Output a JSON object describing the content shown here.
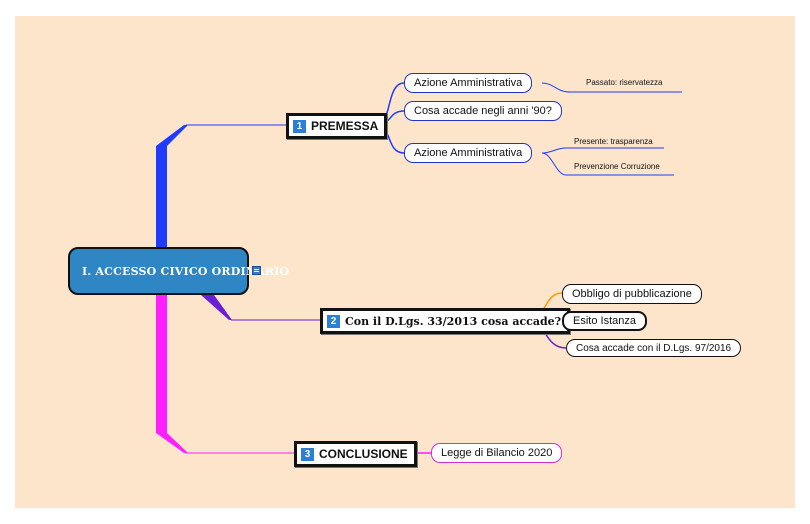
{
  "central": {
    "label": "I. ACCESSO CIVICO ORDINARIO",
    "note": "note-icon"
  },
  "branches": [
    {
      "num": "1",
      "label": "PREMESSA",
      "children": [
        {
          "label": "Azione Amministrativa",
          "leaves": [
            "Passato: riservatezza"
          ]
        },
        {
          "label": "Cosa accade negli anni '90?",
          "leaves": []
        },
        {
          "label": "Azione Amministrativa",
          "leaves": [
            "Presente: trasparenza",
            "Prevenzione Corruzione"
          ]
        }
      ]
    },
    {
      "num": "2",
      "label": "Con il D.Lgs. 33/2013 cosa accade?",
      "children": [
        {
          "label": "Obbligo di pubblicazione"
        },
        {
          "label": "Esito Istanza"
        },
        {
          "label": "Cosa accade con il D.Lgs. 97/2016"
        }
      ]
    },
    {
      "num": "3",
      "label": "CONCLUSIONE",
      "children": [
        {
          "label": "Legge di Bilancio 2020"
        }
      ]
    }
  ],
  "colors": {
    "background": "#fde5cc",
    "central_fill": "#2f86c4",
    "branch_blue": "#1f3bff",
    "branch_purple": "#6a1fd6",
    "branch_magenta": "#ff1fff",
    "line_orange": "#ff9900"
  }
}
